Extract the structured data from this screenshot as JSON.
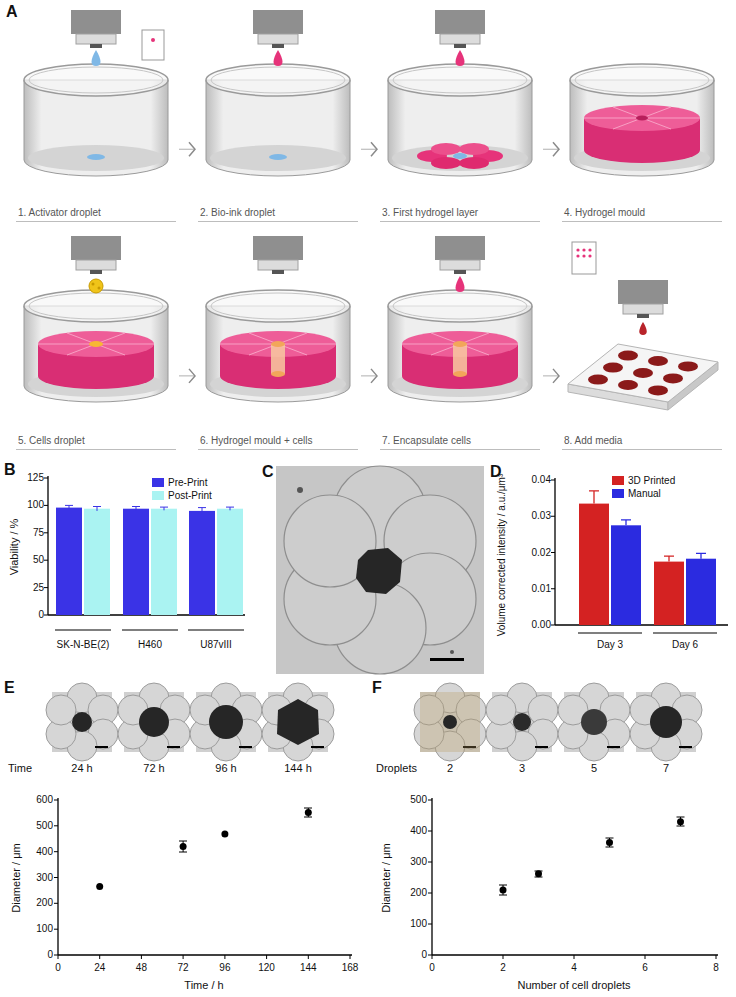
{
  "diagram": {
    "nodes": [
      {
        "text": [
          "1. Activator droplet"
        ]
      },
      {
        "text": [
          "2. Bio-ink droplet"
        ]
      },
      {
        "text": [
          "3. First hydrogel layer"
        ]
      },
      {
        "text": [
          "4. Hydrogel mould"
        ]
      },
      {
        "text": [
          "5. Cells droplet"
        ]
      },
      {
        "text": [
          "6. Hydrogel mould + cells"
        ]
      },
      {
        "text": [
          "7. Encapsulate cells"
        ]
      },
      {
        "text": [
          "8. Add media"
        ]
      }
    ],
    "edges": [
      {
        "from": 0,
        "to": 1,
        "arrow": "to"
      },
      {
        "from": 1,
        "to": 2,
        "arrow": "to"
      },
      {
        "from": 2,
        "to": 3,
        "arrow": "to"
      },
      {
        "from": 4,
        "to": 5,
        "arrow": "to"
      },
      {
        "from": 5,
        "to": 6,
        "arrow": "to"
      },
      {
        "from": 6,
        "to": 7,
        "arrow": "to"
      }
    ],
    "labels": [
      "A",
      "B",
      "C",
      "D",
      "E",
      "F",
      "Viability / %",
      "0",
      "25",
      "50",
      "75",
      "100",
      "125",
      "SK-N-BE(2)",
      "H460",
      "U87vIII",
      "Volume corrected intensity / a.u./μm³",
      "0.00",
      "0.01",
      "0.02",
      "0.03",
      "0.04",
      "Day 3",
      "Day 6",
      "24 h",
      "72 h",
      "96 h",
      "144 h",
      "Time",
      "Diameter / μm",
      "0",
      "100",
      "200",
      "300",
      "400",
      "500",
      "600",
      "0",
      "24",
      "48",
      "72",
      "96",
      "120",
      "144",
      "168",
      "Time / h",
      "2",
      "3",
      "5",
      "7",
      "Droplets",
      "Diameter / μm",
      "0",
      "100",
      "200",
      "300",
      "400",
      "500",
      "0",
      "2",
      "4",
      "6",
      "8",
      "Number of cell droplets"
    ],
    "legend": [
      {
        "text": "Pre-Print",
        "color": "#3a33e6"
      },
      {
        "text": "Post-Print",
        "color": "#aaf3f2"
      },
      {
        "text": "3D Printed",
        "color": "#d42222"
      },
      {
        "text": "Manual",
        "color": "#2b2be0"
      }
    ]
  }
}
